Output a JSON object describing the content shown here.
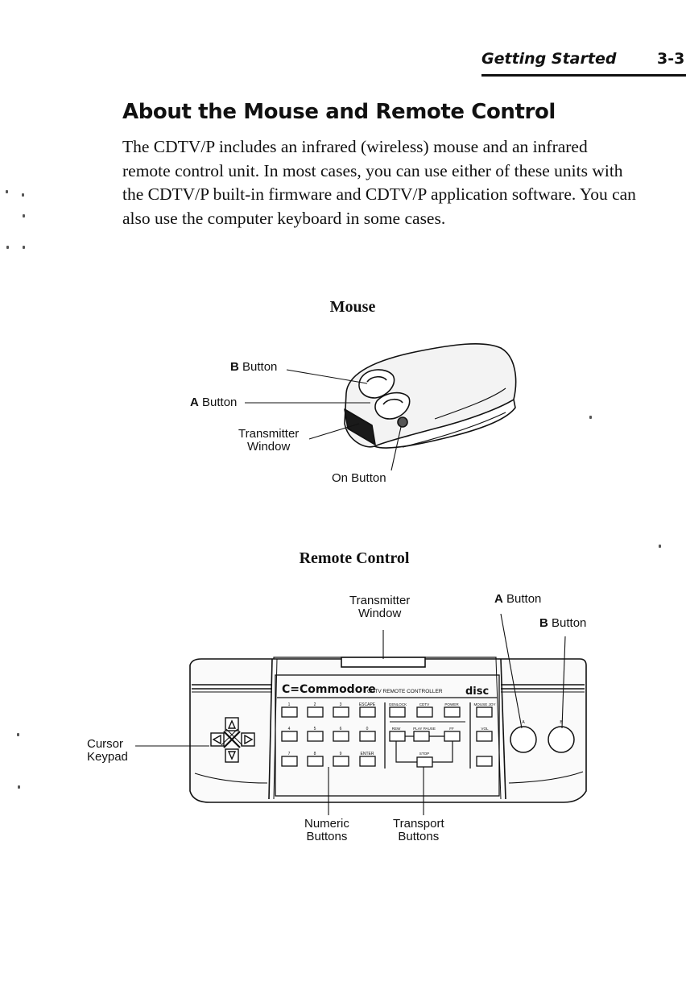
{
  "header": {
    "section_name": "Getting Started",
    "page_number": "3-3"
  },
  "section": {
    "title": "About the Mouse and Remote Control",
    "intro": "The CDTV/P includes an infrared (wireless) mouse and an infrared remote control unit. In most cases, you can use either of these units with the CDTV/P built-in firmware and CDTV/P application software. You can also use the computer keyboard in some cases."
  },
  "mouse_figure": {
    "title": "Mouse",
    "labels": {
      "b_letter": "B",
      "b_word": "Button",
      "a_letter": "A",
      "a_word": "Button",
      "transmitter_line1": "Transmitter",
      "transmitter_line2": "Window",
      "on_button": "On Button"
    }
  },
  "remote_figure": {
    "title": "Remote Control",
    "labels": {
      "transmitter_line1": "Transmitter",
      "transmitter_line2": "Window",
      "a_letter": "A",
      "a_word": "Button",
      "b_letter": "B",
      "b_word": "Button",
      "cursor_line1": "Cursor",
      "cursor_line2": "Keypad",
      "numeric_line1": "Numeric",
      "numeric_line2": "Buttons",
      "transport_line1": "Transport",
      "transport_line2": "Buttons"
    },
    "device": {
      "brand_symbol": "C=",
      "brand": "Commodore",
      "model": "CDTV REMOTE CONTROLLER",
      "logo": "disc",
      "numeric_keys": [
        "1",
        "2",
        "3",
        "ESCAPE",
        "4",
        "5",
        "6",
        "0",
        "7",
        "8",
        "9",
        "ENTER"
      ],
      "function_keys": [
        "GENLOCK",
        "CDTV",
        "POWER",
        "MOUSE JOY",
        "REW",
        "PLAY PAUSE",
        "FF",
        "VOL",
        "STOP"
      ],
      "button_marks": [
        "A",
        "B"
      ]
    }
  }
}
